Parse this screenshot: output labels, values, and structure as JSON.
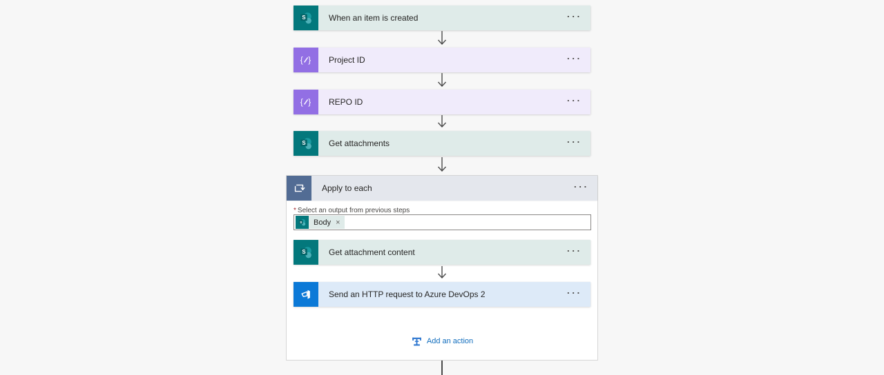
{
  "ui": {
    "menu_ellipsis": "···",
    "required_marker": "*"
  },
  "colors": {
    "canvas_bg": "#f7f7f7",
    "sharepoint_brand": "#03787c",
    "sharepoint_card_tint": "#dfebe9",
    "compose_brand": "#926fe4",
    "compose_card_tint": "#f0ebfb",
    "devops_brand": "#0b79d7",
    "devops_card_tint": "#ddeaf8",
    "loop_brand": "#526c94",
    "loop_header_tint": "#e4e7ed",
    "link_blue": "#0f6cbd",
    "arrow_gray": "#4a4a4a",
    "required_red": "#a4262c"
  },
  "icons": {
    "sharepoint_letter": "S",
    "compose_open_brace": "{",
    "compose_close_brace": "}"
  },
  "flow": {
    "trigger": {
      "label": "When an item is created"
    },
    "compose_project": {
      "label": "Project ID"
    },
    "compose_repo": {
      "label": "REPO ID"
    },
    "get_attachments": {
      "label": "Get attachments"
    },
    "apply_to_each": {
      "label": "Apply to each",
      "param_label": "Select an output from previous steps",
      "token": {
        "label": "Body",
        "remove_glyph": "×"
      },
      "get_attachment_content": {
        "label": "Get attachment content"
      },
      "send_http_devops": {
        "label": "Send an HTTP request to Azure DevOps 2"
      },
      "add_action_label": "Add an action"
    }
  }
}
